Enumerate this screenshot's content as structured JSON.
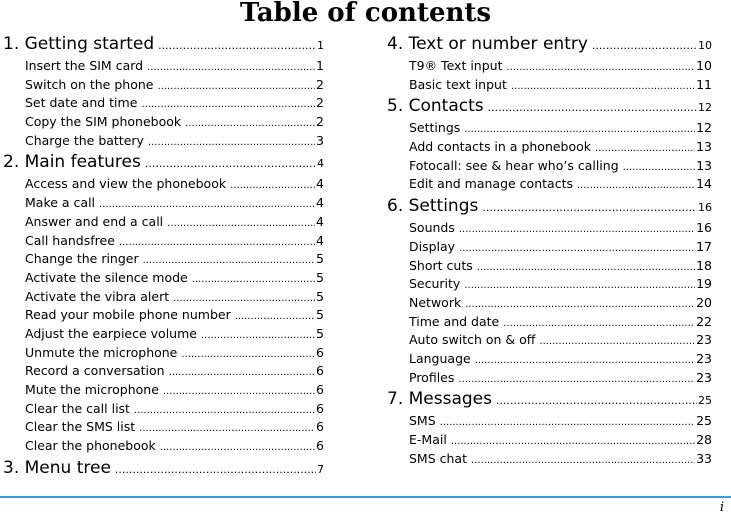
{
  "title": "Table of contents",
  "left": [
    {
      "kind": "section",
      "label": "1. Getting started",
      "page": "1"
    },
    {
      "kind": "item",
      "label": "Insert the SIM card",
      "page": "1"
    },
    {
      "kind": "item",
      "label": "Switch on the phone",
      "page": "2"
    },
    {
      "kind": "item",
      "label": "Set date and time",
      "page": "2"
    },
    {
      "kind": "item",
      "label": "Copy the SIM phonebook",
      "page": "2"
    },
    {
      "kind": "item",
      "label": "Charge the battery",
      "page": "3"
    },
    {
      "kind": "section",
      "label": "2. Main features",
      "page": "4"
    },
    {
      "kind": "item",
      "label": "Access and view the phonebook",
      "page": "4"
    },
    {
      "kind": "item",
      "label": "Make a call",
      "page": "4"
    },
    {
      "kind": "item",
      "label": "Answer and end a call",
      "page": "4"
    },
    {
      "kind": "item",
      "label": "Call handsfree",
      "page": "4"
    },
    {
      "kind": "item",
      "label": "Change the ringer",
      "page": "5"
    },
    {
      "kind": "item",
      "label": "Activate the silence mode",
      "page": "5"
    },
    {
      "kind": "item",
      "label": "Activate the vibra alert",
      "page": "5"
    },
    {
      "kind": "item",
      "label": "Read your mobile phone number",
      "page": "5"
    },
    {
      "kind": "item",
      "label": "Adjust the earpiece volume",
      "page": "5"
    },
    {
      "kind": "item",
      "label": "Unmute the microphone",
      "page": "6"
    },
    {
      "kind": "item",
      "label": "Record a conversation",
      "page": "6"
    },
    {
      "kind": "item",
      "label": "Mute the microphone",
      "page": "6"
    },
    {
      "kind": "item",
      "label": "Clear the call list",
      "page": "6"
    },
    {
      "kind": "item",
      "label": "Clear the SMS list",
      "page": "6"
    },
    {
      "kind": "item",
      "label": "Clear the phonebook",
      "page": "6"
    },
    {
      "kind": "section",
      "label": "3. Menu tree",
      "page": "7"
    }
  ],
  "right": [
    {
      "kind": "section",
      "label": "4. Text or number entry",
      "page": "10"
    },
    {
      "kind": "item",
      "label": "T9® Text input",
      "page": "10"
    },
    {
      "kind": "item",
      "label": "Basic text input",
      "page": "11"
    },
    {
      "kind": "section",
      "label": "5. Contacts",
      "page": "12"
    },
    {
      "kind": "item",
      "label": "Settings",
      "page": "12"
    },
    {
      "kind": "item",
      "label": "Add contacts in a phonebook",
      "page": "13"
    },
    {
      "kind": "item",
      "label": "Fotocall: see & hear who’s calling",
      "page": "13"
    },
    {
      "kind": "item",
      "label": "Edit and manage contacts",
      "page": "14"
    },
    {
      "kind": "section",
      "label": "6. Settings",
      "page": "16"
    },
    {
      "kind": "item",
      "label": "Sounds",
      "page": "16"
    },
    {
      "kind": "item",
      "label": "Display",
      "page": "17"
    },
    {
      "kind": "item",
      "label": "Short cuts",
      "page": "18"
    },
    {
      "kind": "item",
      "label": "Security",
      "page": "19"
    },
    {
      "kind": "item",
      "label": "Network",
      "page": "20"
    },
    {
      "kind": "item",
      "label": "Time and date",
      "page": "22"
    },
    {
      "kind": "item",
      "label": "Auto switch on & off",
      "page": "23"
    },
    {
      "kind": "item",
      "label": "Language",
      "page": "23"
    },
    {
      "kind": "item",
      "label": "Profiles",
      "page": "23"
    },
    {
      "kind": "section",
      "label": "7. Messages",
      "page": "25"
    },
    {
      "kind": "item",
      "label": "SMS",
      "page": "25"
    },
    {
      "kind": "item",
      "label": "E-Mail",
      "page": "28"
    },
    {
      "kind": "item",
      "label": "SMS chat",
      "page": "33"
    }
  ],
  "page_number": "i",
  "colors": {
    "rule": "#3b9ad9"
  }
}
